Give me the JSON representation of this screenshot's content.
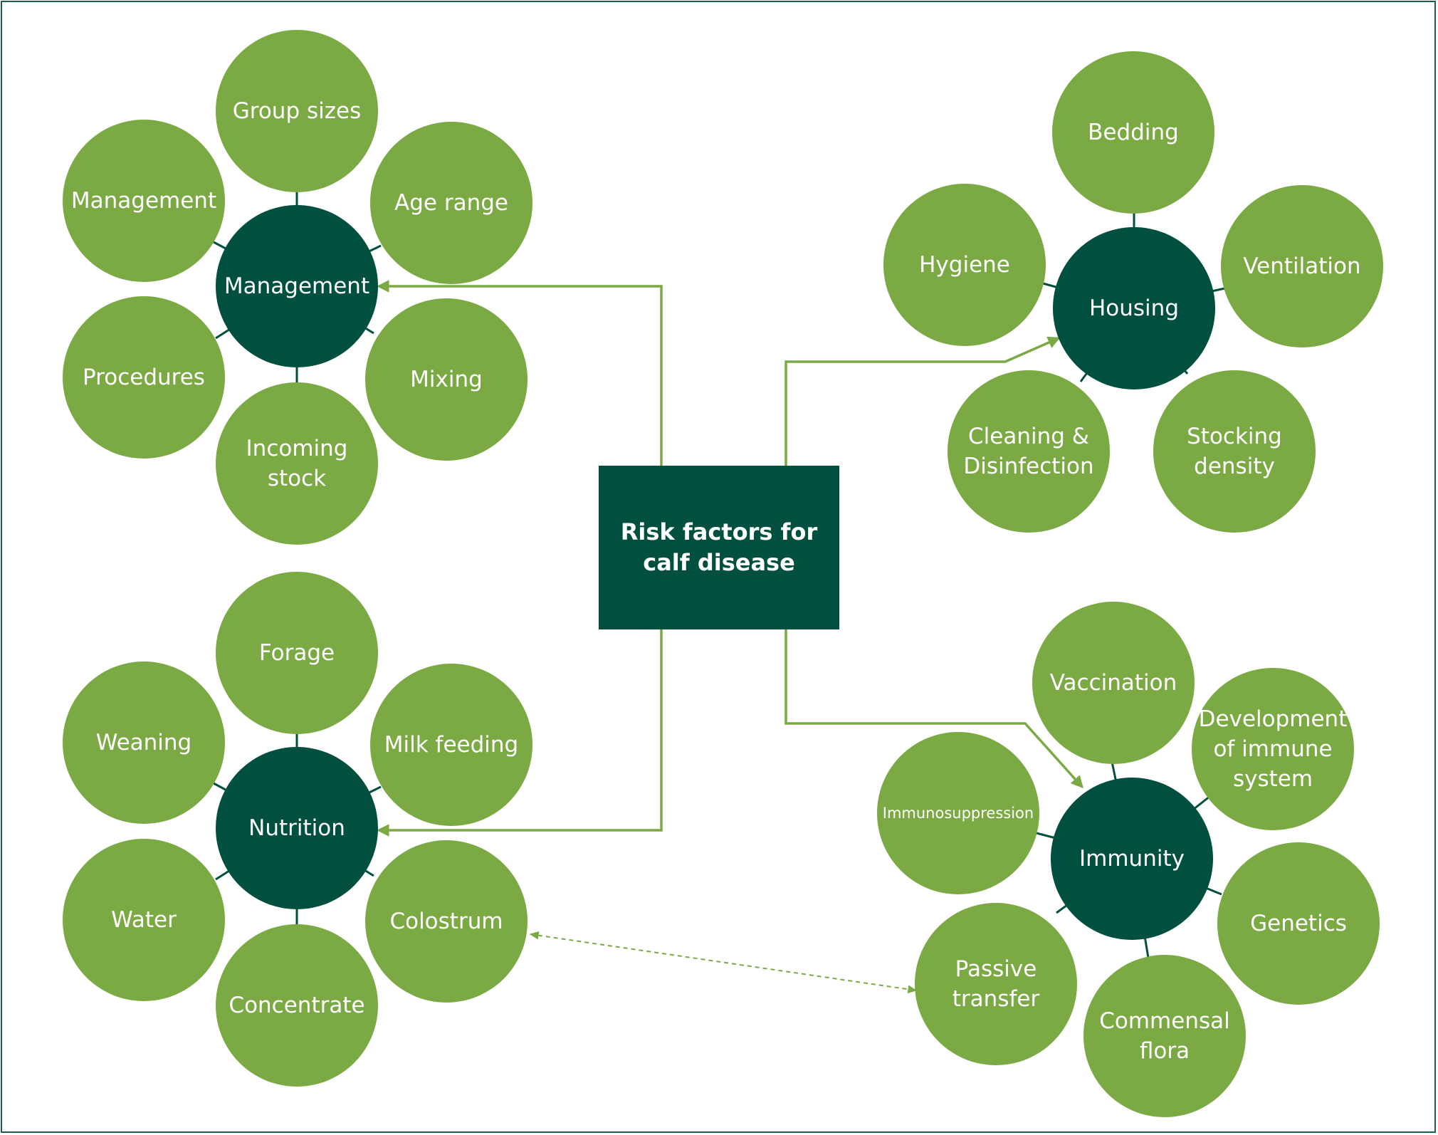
{
  "title": "Risk factors for calf disease",
  "colors": {
    "hub": "#014f3f",
    "leaf": "#7ba944",
    "arrow": "#7ba944",
    "border": "#1f5a4a"
  },
  "clusters": {
    "management": {
      "hub": "Management",
      "leaves": [
        "Group sizes",
        "Age range",
        "Mixing",
        "Incoming stock",
        "Procedures",
        "Management"
      ]
    },
    "housing": {
      "hub": "Housing",
      "leaves": [
        "Bedding",
        "Ventilation",
        "Stocking density",
        "Cleaning & Disinfection",
        "Hygiene"
      ]
    },
    "nutrition": {
      "hub": "Nutrition",
      "leaves": [
        "Forage",
        "Milk feeding",
        "Colostrum",
        "Concentrate",
        "Water",
        "Weaning"
      ]
    },
    "immunity": {
      "hub": "Immunity",
      "leaves": [
        "Vaccination",
        "Development of immune system",
        "Genetics",
        "Commensal flora",
        "Passive transfer",
        "Immunosuppression"
      ]
    }
  }
}
